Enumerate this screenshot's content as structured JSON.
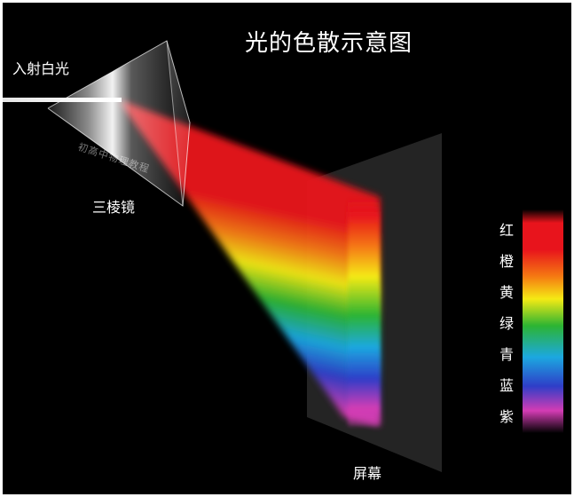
{
  "title": "光的色散示意图",
  "labels": {
    "incoming_light": "入射白光",
    "prism": "三棱镜",
    "screen": "屏幕",
    "watermark": "初高中物理教程"
  },
  "spectrum": [
    {
      "name": "红",
      "color": "#e8141c"
    },
    {
      "name": "橙",
      "color": "#f57a12"
    },
    {
      "name": "黄",
      "color": "#f5ea14"
    },
    {
      "name": "绿",
      "color": "#2cb432"
    },
    {
      "name": "青",
      "color": "#1ca8e0"
    },
    {
      "name": "蓝",
      "color": "#2e3ec8"
    },
    {
      "name": "紫",
      "color": "#d43cb4"
    }
  ],
  "colors": {
    "background": "#000000",
    "screen": "#242424",
    "beam": "#ffffff"
  }
}
